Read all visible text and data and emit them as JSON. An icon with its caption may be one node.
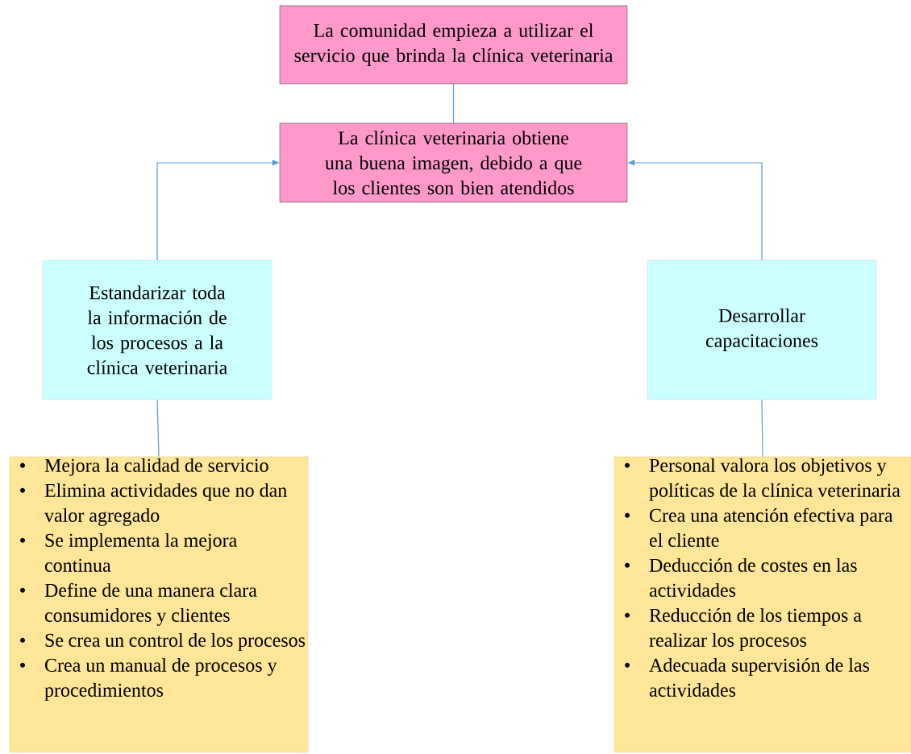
{
  "diagram": {
    "nodes": [
      {
        "text": [
          "La comunidad empieza a utilizar el servicio que brinda la clínica veterinaria"
        ]
      },
      {
        "text": [
          "La clínica veterinaria obtiene una buena imagen, debido a que los clientes son bien atendidos"
        ]
      },
      {
        "text": [
          "Estandarizar toda la información de los procesos a la clínica veterinaria"
        ]
      },
      {
        "text": [
          "Desarrollar capacitaciones"
        ]
      },
      {
        "text": [
          "Mejora la calidad de servicio",
          "Elimina actividades que no dan valor agregado",
          "Se implementa la mejora continua",
          "Define de una manera clara consumidores y clientes",
          "Se crea un control de los procesos",
          "Crea un manual de procesos y procedimientos"
        ]
      },
      {
        "text": [
          "Personal valora los objetivos y políticas de la clínica veterinaria",
          "Crea una atención efectiva para el cliente",
          "Deducción de costes en las actividades",
          "Reducción de los tiempos a realizar los procesos",
          "Adecuada supervisión de las actividades"
        ]
      }
    ],
    "edges": [
      {
        "from": 0,
        "to": 1,
        "arrow": "none"
      },
      {
        "from": 2,
        "to": 1,
        "arrow": "to"
      },
      {
        "from": 3,
        "to": 1,
        "arrow": "to"
      },
      {
        "from": 2,
        "to": 4,
        "arrow": "none"
      },
      {
        "from": 3,
        "to": 5,
        "arrow": "none"
      }
    ]
  }
}
